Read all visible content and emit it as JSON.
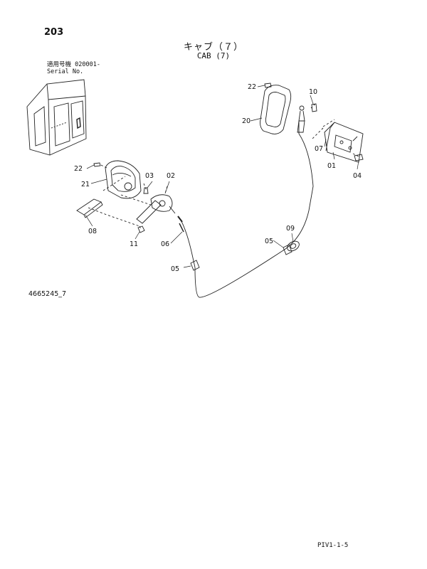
{
  "header": {
    "page_number": "203",
    "title_jp": "キャブ（７）",
    "title_en": "CAB (7)"
  },
  "applicability": {
    "label_jp": "適用号機",
    "serial_from": "020001-",
    "label_en": "Serial No."
  },
  "parts": [
    {
      "id": "p01",
      "label": "01"
    },
    {
      "id": "p02",
      "label": "02"
    },
    {
      "id": "p03",
      "label": "03"
    },
    {
      "id": "p04",
      "label": "04"
    },
    {
      "id": "p05a",
      "label": "05"
    },
    {
      "id": "p05b",
      "label": "05"
    },
    {
      "id": "p06",
      "label": "06"
    },
    {
      "id": "p07",
      "label": "07"
    },
    {
      "id": "p08",
      "label": "08"
    },
    {
      "id": "p09",
      "label": "09"
    },
    {
      "id": "p10",
      "label": "10"
    },
    {
      "id": "p11",
      "label": "11"
    },
    {
      "id": "p20",
      "label": "20"
    },
    {
      "id": "p21",
      "label": "21"
    },
    {
      "id": "p22a",
      "label": "22"
    },
    {
      "id": "p22b",
      "label": "22"
    }
  ],
  "diagram_id": "4665245_7",
  "footer": {
    "code": "PIV1-1-5"
  }
}
